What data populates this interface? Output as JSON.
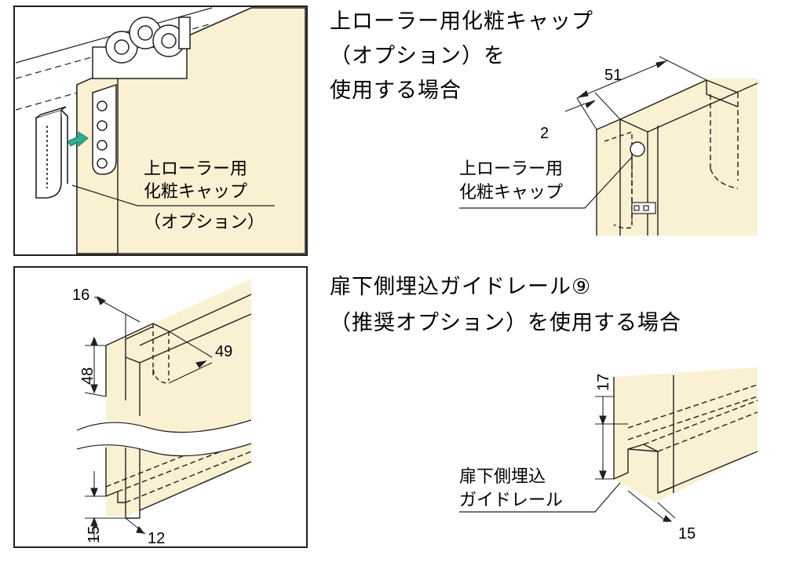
{
  "colors": {
    "door_fill": "#f9f1d2",
    "line": "#231f20",
    "arrow_green": "#2fae8f",
    "roller_fill": "#ffffff"
  },
  "top_section": {
    "title_lines": [
      "上ローラー用化粧キャップ",
      "（オプション）を",
      "使用する場合"
    ],
    "left_callout_lines": [
      "上ローラー用",
      "化粧キャップ",
      "（オプション）"
    ],
    "right_callout_lines": [
      "上ローラー用",
      "化粧キャップ"
    ],
    "dim_width": "51",
    "dim_gap": "2"
  },
  "bottom_section": {
    "title_lines": [
      "扉下側埋込ガイドレール⑨",
      "（推奨オプション）を使用する場合"
    ],
    "left_dims": {
      "top_width": "16",
      "height": "48",
      "depth": "49",
      "bottom_width": "12",
      "bottom_height": "15"
    },
    "right_callout_lines": [
      "扉下側埋込",
      "ガイドレール"
    ],
    "right_dims": {
      "height": "17",
      "depth": "15"
    }
  }
}
